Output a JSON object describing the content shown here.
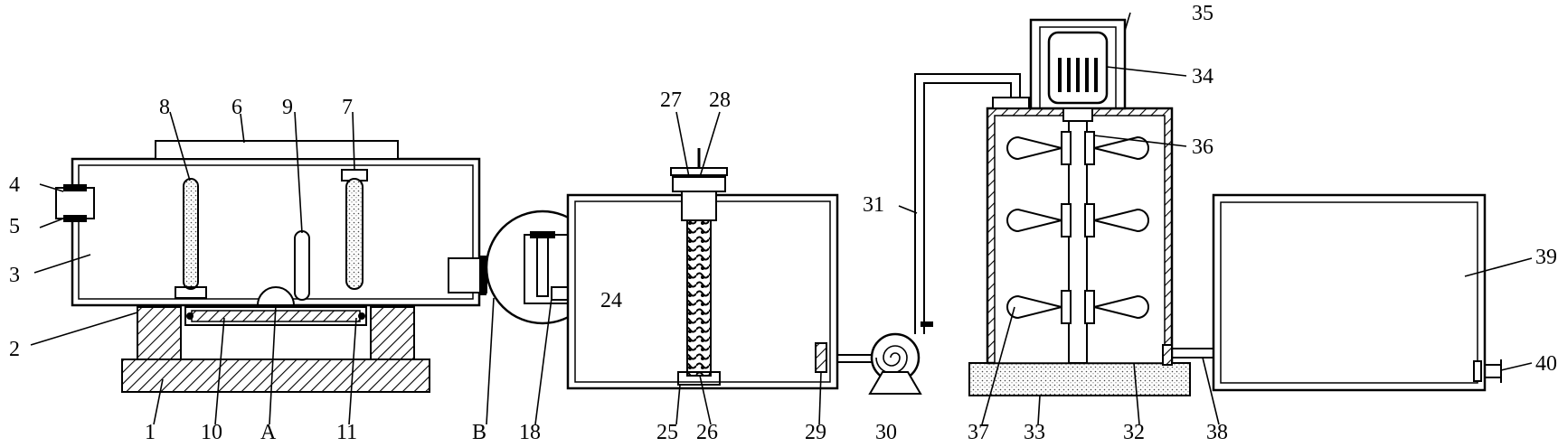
{
  "figure": {
    "labels": [
      "1",
      "2",
      "3",
      "4",
      "5",
      "6",
      "7",
      "8",
      "9",
      "10",
      "11",
      "A",
      "B",
      "18",
      "24",
      "25",
      "26",
      "27",
      "28",
      "29",
      "30",
      "31",
      "32",
      "33",
      "34",
      "35",
      "36",
      "37",
      "38",
      "39",
      "40"
    ]
  }
}
